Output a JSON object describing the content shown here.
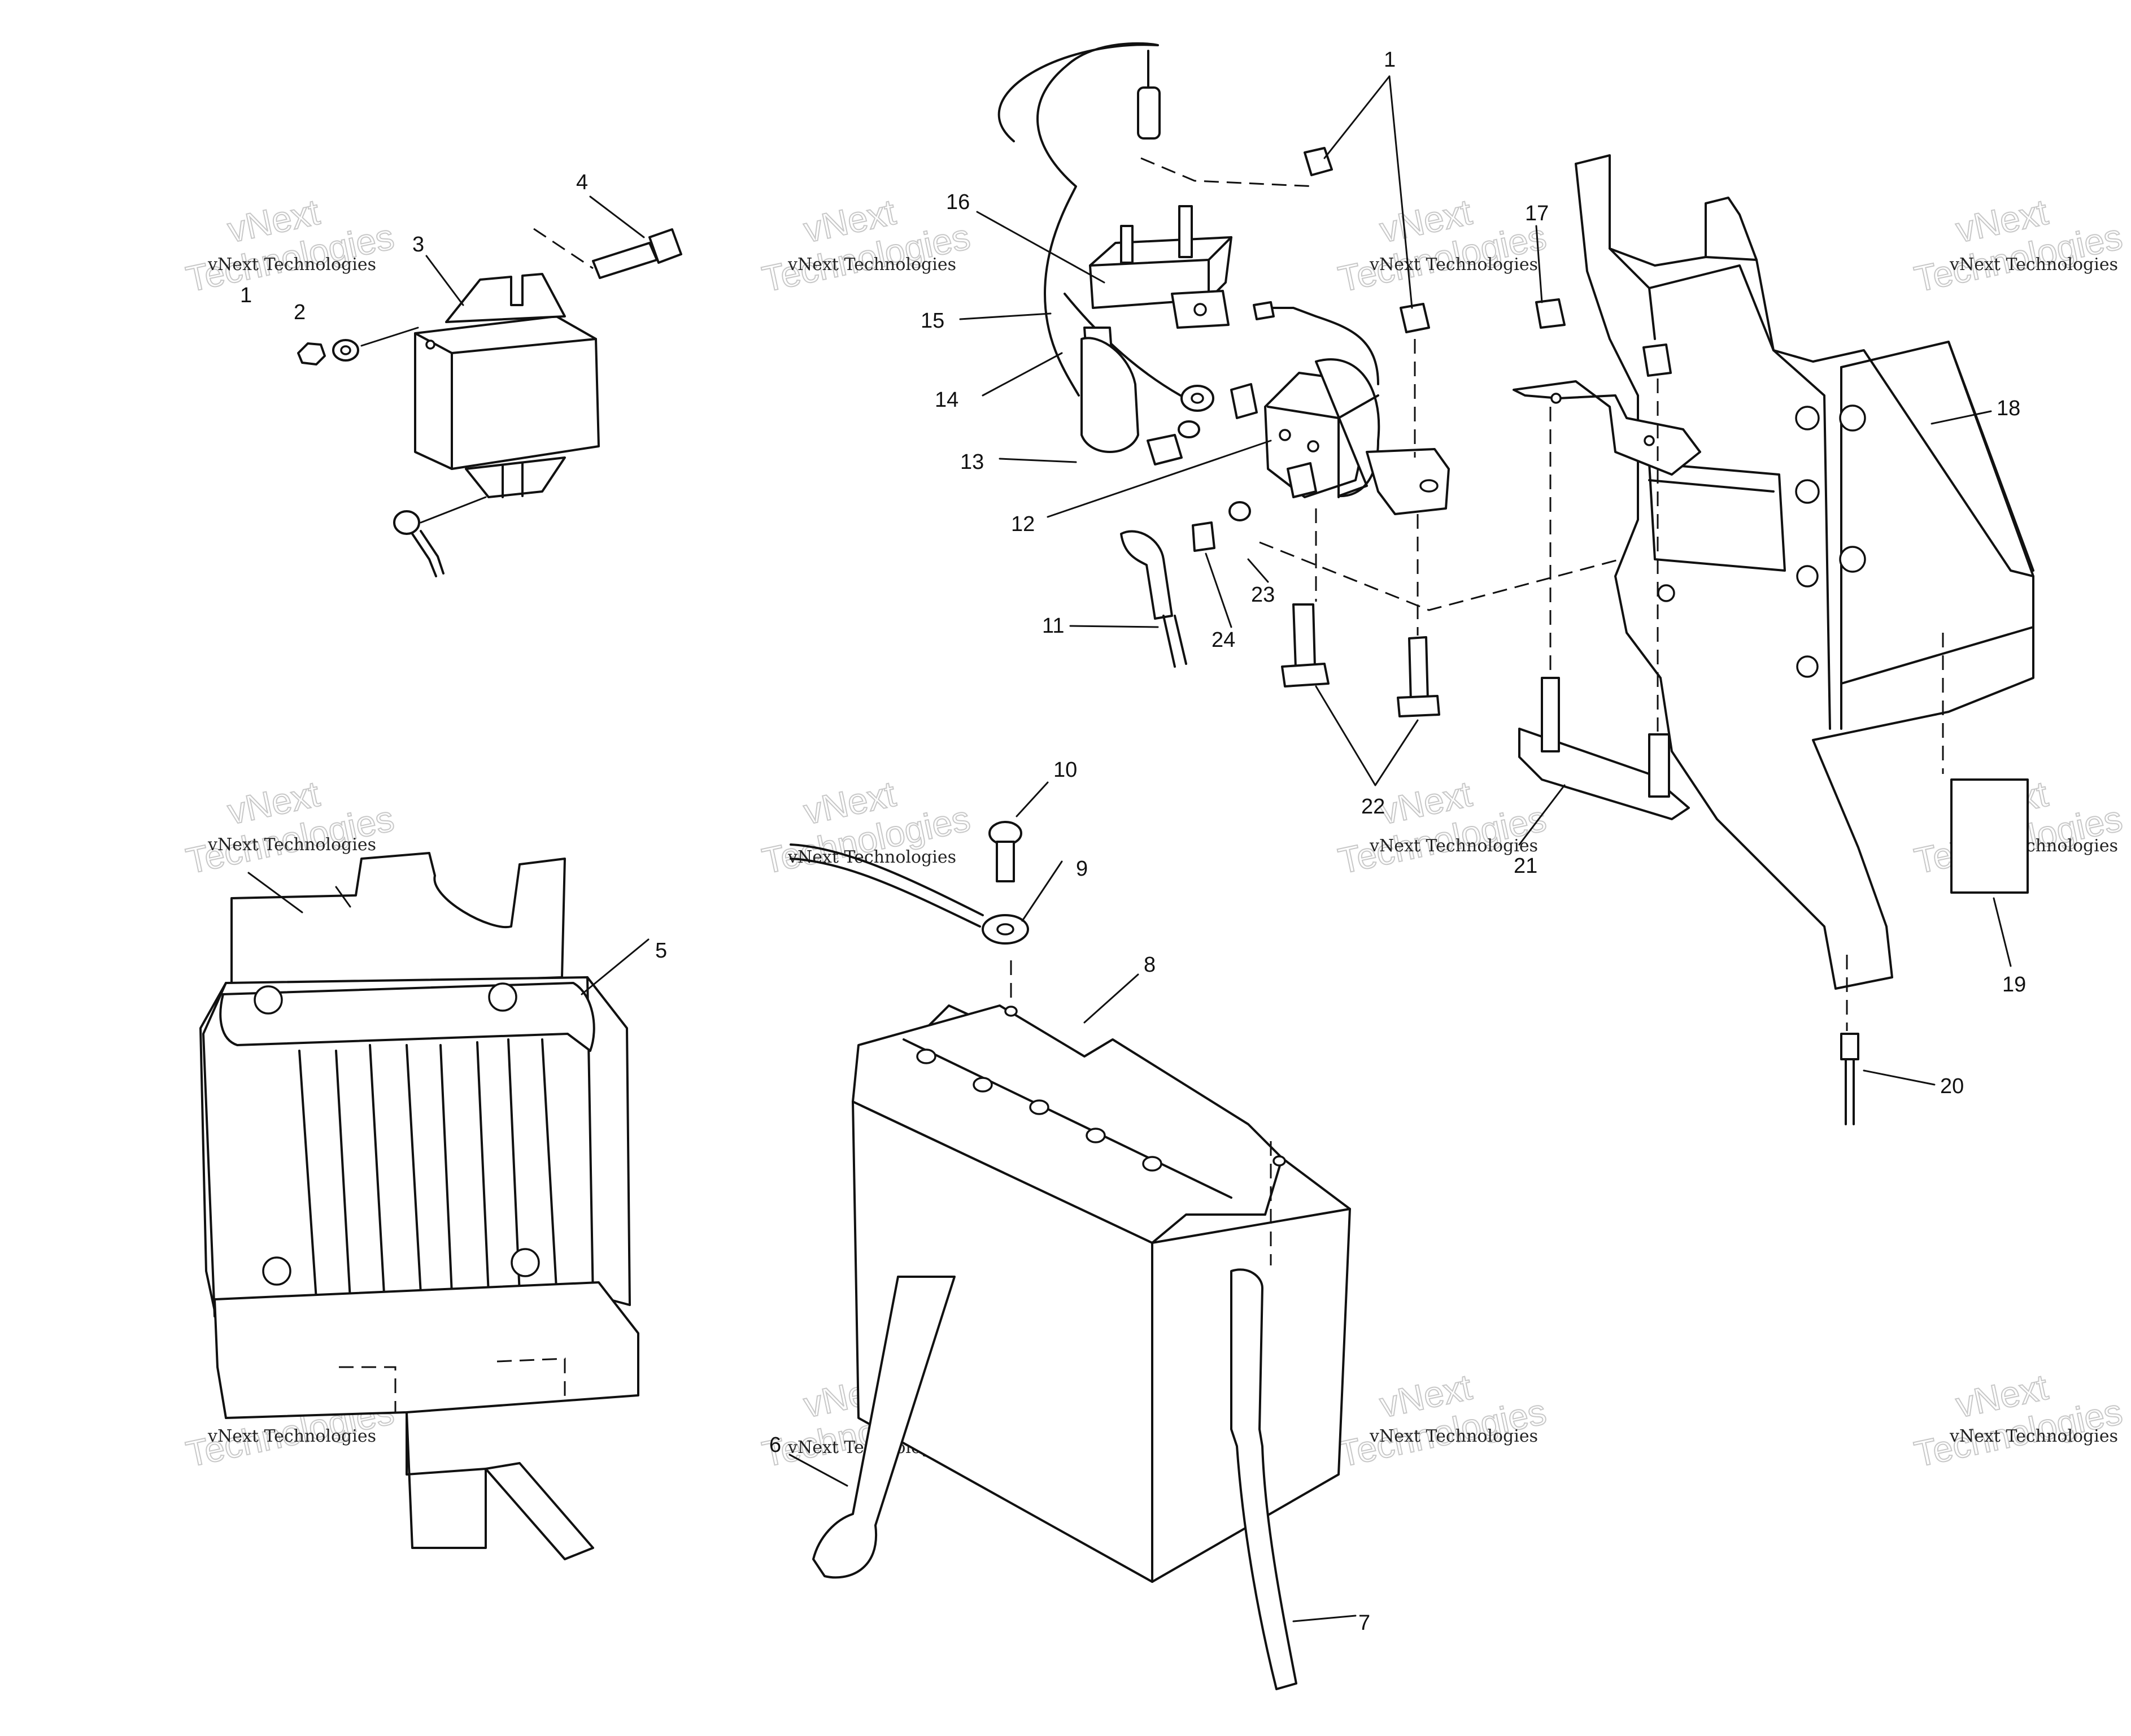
{
  "watermark": {
    "line1": "vNext",
    "line2": "vNext Technologies",
    "line3": "Technologies"
  },
  "callouts": [
    "1",
    "2",
    "3",
    "4",
    "5",
    "6",
    "7",
    "8",
    "9",
    "10",
    "11",
    "12",
    "13",
    "14",
    "15",
    "16",
    "17",
    "18",
    "19",
    "20",
    "21",
    "22",
    "23",
    "24"
  ],
  "colors": {
    "line": "#111111",
    "background": "#ffffff",
    "watermark_outline": "#c8c8c8"
  }
}
